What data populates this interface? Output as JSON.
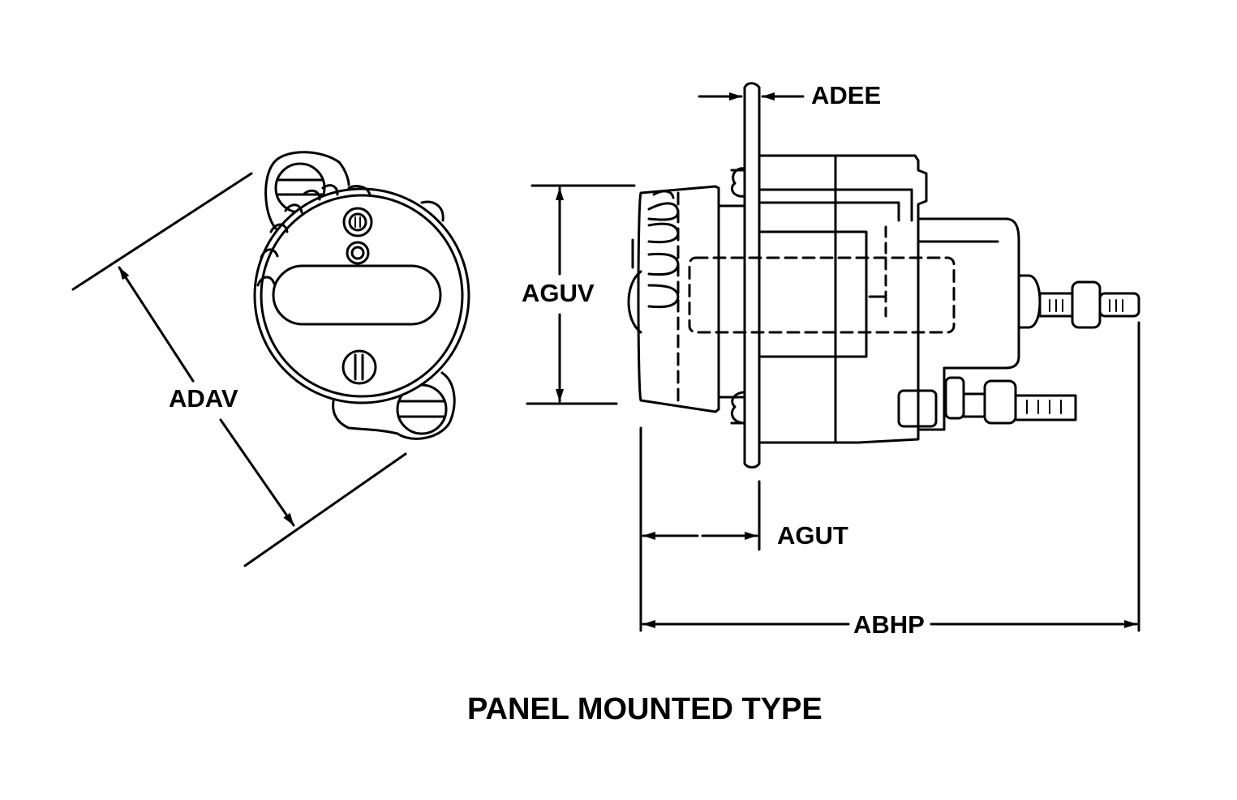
{
  "labels": {
    "adee": "ADEE",
    "aguv": "AGUV",
    "adav": "ADAV",
    "agut": "AGUT",
    "abhp": "ABHP"
  },
  "caption": "PANEL MOUNTED TYPE",
  "colors": {
    "ink": "#000000",
    "background": "#ffffff"
  }
}
